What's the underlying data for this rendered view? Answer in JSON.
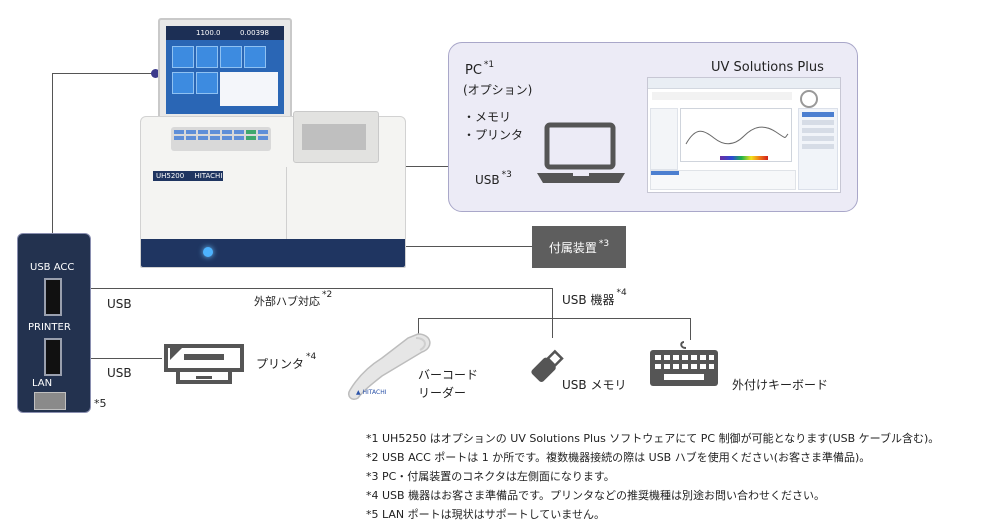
{
  "pc_panel": {
    "pc_label": "PC",
    "pc_note": "*1",
    "pc_option": "(オプション)",
    "memory": "・メモリ",
    "printer": "・プリンタ",
    "usb_label": "USB",
    "usb_note": "*3",
    "software_title": "UV Solutions Plus"
  },
  "accessory": {
    "label": "付属装置",
    "note": "*3"
  },
  "instrument": {
    "model": "UH5200",
    "brand": "HITACHI",
    "screen_value_1": "1100.0",
    "screen_value_2": "0.00398"
  },
  "ports": {
    "usb_acc": "USB  ACC",
    "printer": "PRINTER",
    "lan": "LAN",
    "lan_note": "*5"
  },
  "connections": {
    "usb_1": "USB",
    "usb_2": "USB",
    "hub": "外部ハブ対応",
    "hub_note": "*2",
    "usb_devices": "USB 機器",
    "usb_devices_note": "*4",
    "printer": "プリンタ",
    "printer_note": "*4",
    "barcode_1": "バーコード",
    "barcode_2": "リーダー",
    "usb_memory": "USB メモリ",
    "keyboard": "外付けキーボード"
  },
  "footnotes": [
    "*1 UH5250 はオプションの UV Solutions Plus ソフトウェアにて PC 制御が可能となります(USB ケーブル含む)。",
    "*2 USB ACC ポートは 1 か所です。複数機器接続の際は USB ハブを使用ください(お客さま準備品)。",
    "*3 PC・付属装置のコネクタは左側面になります。",
    "*4 USB 機器はお客さま準備品です。プリンタなどの推奨機種は別途お問い合わせください。",
    "*5 LAN ポートは現状はサポートしていません。"
  ]
}
